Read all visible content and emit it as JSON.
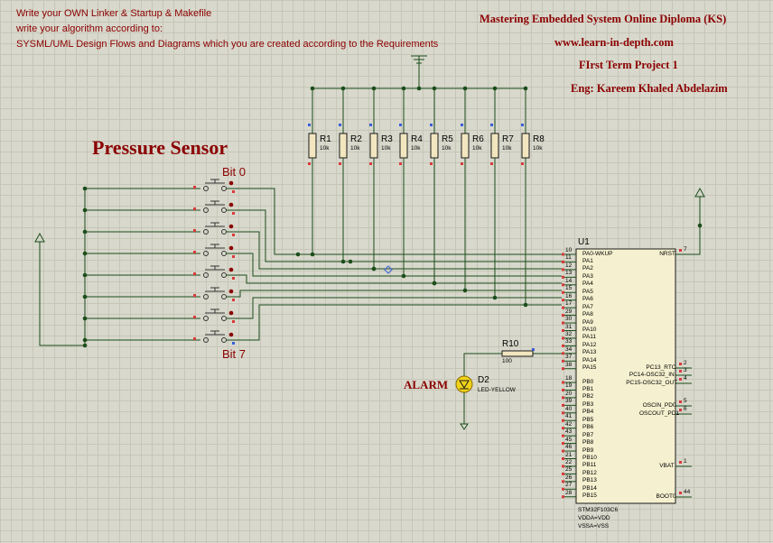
{
  "requirements": [
    "Write your OWN Linker & Startup & Makefile",
    "write your algorithm according to:",
    "SYSML/UML  Design Flows and Diagrams which you are created according to the Requirements"
  ],
  "header": {
    "course": "Mastering Embedded System Online Diploma (KS)",
    "website": "www.learn-in-depth.com",
    "project": "FIrst Term Project 1",
    "engineer": "Eng:  Kareem Khaled Abdelazim"
  },
  "sensor_title": "Pressure Sensor",
  "bit_first": "Bit 0",
  "bit_last": "Bit 7",
  "resistors": [
    {
      "name": "R1",
      "value": "10k"
    },
    {
      "name": "R2",
      "value": "10k"
    },
    {
      "name": "R3",
      "value": "10k"
    },
    {
      "name": "R4",
      "value": "10k"
    },
    {
      "name": "R5",
      "value": "10k"
    },
    {
      "name": "R6",
      "value": "10k"
    },
    {
      "name": "R7",
      "value": "10k"
    },
    {
      "name": "R8",
      "value": "10k"
    }
  ],
  "r10": {
    "name": "R10",
    "value": "100"
  },
  "alarm_label": "ALARM",
  "led": {
    "name": "D2",
    "type": "LED-YELLOW"
  },
  "mcu": {
    "ref": "U1",
    "part": "STM32F103C6",
    "power1": "VDDA=VDD",
    "power2": "VSSA=VSS",
    "left_pins": [
      {
        "num": "10",
        "name": "PA0-WKUP"
      },
      {
        "num": "11",
        "name": "PA1"
      },
      {
        "num": "12",
        "name": "PA2"
      },
      {
        "num": "13",
        "name": "PA3"
      },
      {
        "num": "14",
        "name": "PA4"
      },
      {
        "num": "15",
        "name": "PA5"
      },
      {
        "num": "16",
        "name": "PA6"
      },
      {
        "num": "17",
        "name": "PA7"
      },
      {
        "num": "29",
        "name": "PA8"
      },
      {
        "num": "30",
        "name": "PA9"
      },
      {
        "num": "31",
        "name": "PA10"
      },
      {
        "num": "32",
        "name": "PA11"
      },
      {
        "num": "33",
        "name": "PA12"
      },
      {
        "num": "34",
        "name": "PA13"
      },
      {
        "num": "37",
        "name": "PA14"
      },
      {
        "num": "38",
        "name": "PA15"
      },
      {
        "num": "18",
        "name": "PB0"
      },
      {
        "num": "19",
        "name": "PB1"
      },
      {
        "num": "20",
        "name": "PB2"
      },
      {
        "num": "39",
        "name": "PB3"
      },
      {
        "num": "40",
        "name": "PB4"
      },
      {
        "num": "41",
        "name": "PB5"
      },
      {
        "num": "42",
        "name": "PB6"
      },
      {
        "num": "43",
        "name": "PB7"
      },
      {
        "num": "45",
        "name": "PB8"
      },
      {
        "num": "46",
        "name": "PB9"
      },
      {
        "num": "21",
        "name": "PB10"
      },
      {
        "num": "22",
        "name": "PB11"
      },
      {
        "num": "25",
        "name": "PB12"
      },
      {
        "num": "26",
        "name": "PB13"
      },
      {
        "num": "27",
        "name": "PB14"
      },
      {
        "num": "28",
        "name": "PB15"
      }
    ],
    "right_pins": [
      {
        "num": "7",
        "name": "NRST"
      },
      {
        "num": "2",
        "name": "PC13_RTC"
      },
      {
        "num": "3",
        "name": "PC14-OSC32_IN"
      },
      {
        "num": "4",
        "name": "PC15-OSC32_OUT"
      },
      {
        "num": "5",
        "name": "OSCIN_PD0"
      },
      {
        "num": "6",
        "name": "OSCOUT_PD1"
      },
      {
        "num": "1",
        "name": "VBAT"
      },
      {
        "num": "44",
        "name": "BOOT0"
      }
    ]
  }
}
